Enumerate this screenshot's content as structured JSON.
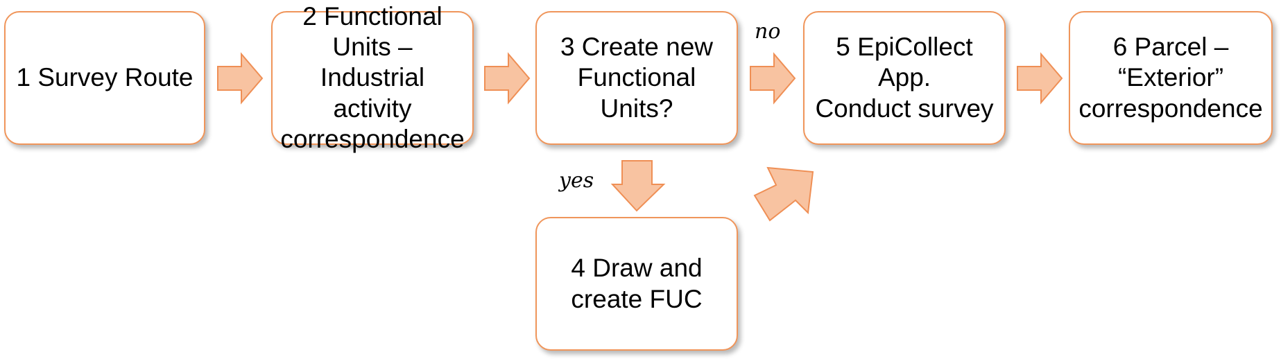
{
  "steps": [
    {
      "id": "step-1",
      "label": "1 Survey Route"
    },
    {
      "id": "step-2",
      "label": "2 Functional\nUnits – Industrial\nactivity\ncorrespondence"
    },
    {
      "id": "step-3",
      "label": "3 Create new\nFunctional Units?"
    },
    {
      "id": "step-4",
      "label": "4 Draw and\ncreate FUC"
    },
    {
      "id": "step-5",
      "label": "5 EpiCollect App.\nConduct survey"
    },
    {
      "id": "step-6",
      "label": "6 Parcel –\n“Exterior”\ncorrespondence"
    }
  ],
  "decision": {
    "no_label": "no",
    "yes_label": "yes"
  },
  "colors": {
    "box_border": "#f0955a",
    "arrow_fill": "#f8c3a1",
    "arrow_stroke": "#ef8f55"
  }
}
